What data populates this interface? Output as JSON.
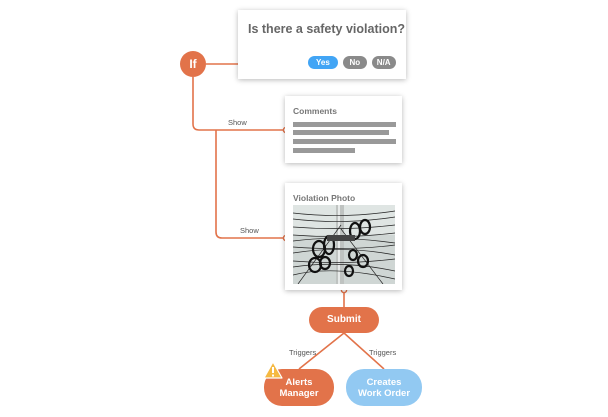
{
  "question": {
    "text": "Is there a safety violation?",
    "answers": [
      "Yes",
      "No",
      "N/A"
    ]
  },
  "condition_label": "If",
  "comments_card": {
    "title": "Comments"
  },
  "photo_card": {
    "title": "Violation Photo"
  },
  "edge_labels": {
    "show_comments": "Show",
    "show_photo": "Show",
    "triggers_alerts": "Triggers",
    "triggers_workorder": "Triggers"
  },
  "submit_label": "Submit",
  "alerts_node": {
    "line1": "Alerts",
    "line2": "Manager"
  },
  "workorder_node": {
    "line1": "Creates",
    "line2": "Work Order"
  },
  "colors": {
    "accent": "#e2734a",
    "blue": "#42a5f5",
    "light_blue": "#92c9f2",
    "gray_pill": "#8a8a8a",
    "warning": "#f5b942"
  }
}
